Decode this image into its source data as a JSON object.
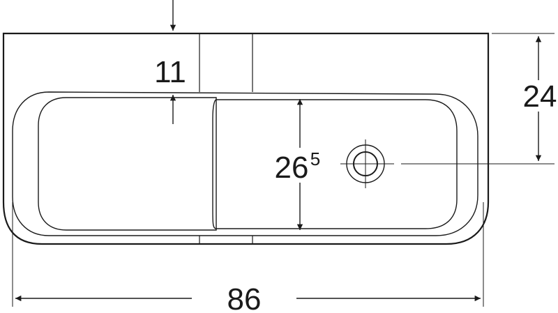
{
  "dimensions": {
    "overall_width": "86",
    "depth": "24",
    "basin_width_main": "26",
    "basin_width_sup": "5",
    "rim_offset": "11"
  },
  "colors": {
    "line": "#1a1a1a",
    "background": "#ffffff"
  }
}
